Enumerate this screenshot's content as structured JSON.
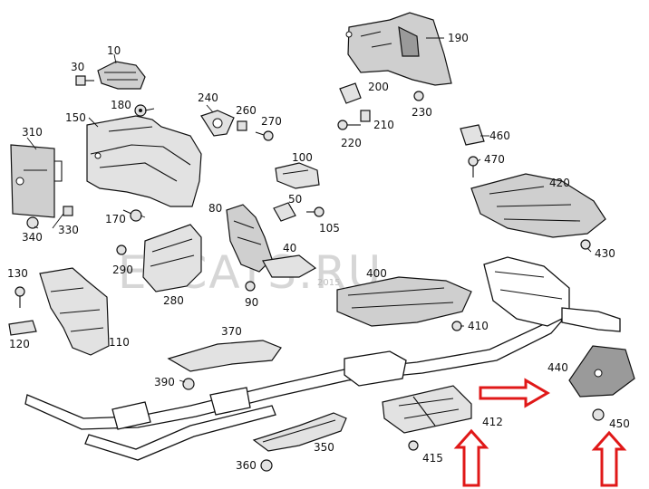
{
  "watermark": {
    "text": "ELCATS.RU",
    "year": "2015"
  },
  "labels": {
    "p10": "10",
    "p30": "30",
    "p40": "40",
    "p50": "50",
    "p80": "80",
    "p90": "90",
    "p100": "100",
    "p105": "105",
    "p110": "110",
    "p120": "120",
    "p130": "130",
    "p150": "150",
    "p170": "170",
    "p180": "180",
    "p190": "190",
    "p200": "200",
    "p210": "210",
    "p220": "220",
    "p230": "230",
    "p240": "240",
    "p260": "260",
    "p270": "270",
    "p280": "280",
    "p290": "290",
    "p310": "310",
    "p330": "330",
    "p340": "340",
    "p350": "350",
    "p360": "360",
    "p370": "370",
    "p390": "390",
    "p400": "400",
    "p410": "410",
    "p412": "412",
    "p415": "415",
    "p420": "420",
    "p430": "430",
    "p440": "440",
    "p450": "450",
    "p460": "460",
    "p470": "470"
  },
  "highlight_color": "#e01818"
}
